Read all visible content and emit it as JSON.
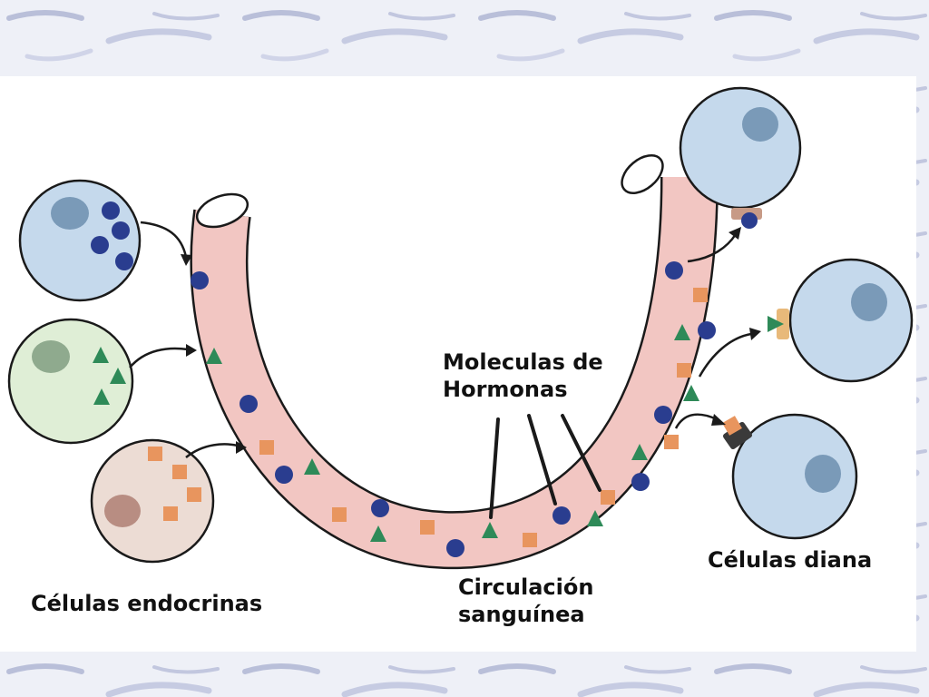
{
  "labels": {
    "endocrine_cells": "Células endocrinas",
    "blood_circulation_line1": "Circulación",
    "blood_circulation_line2": "sanguínea",
    "target_cells": "Células diana",
    "hormone_molecules_line1": "Moleculas de",
    "hormone_molecules_line2": "Hormonas"
  },
  "colors": {
    "vessel": "#f2c6c2",
    "vessel_outline": "#1a1a1a",
    "hormone_circle": "#2a3d8f",
    "hormone_triangle": "#2e8a58",
    "hormone_square": "#e8955e",
    "cell_blue": "#c5d9ec",
    "cell_green": "#dfeed6",
    "cell_beige": "#ecdcd4",
    "nucleus_blue": "#7a9ab8",
    "nucleus_green": "#8faa8e",
    "nucleus_beige": "#b88d82"
  }
}
